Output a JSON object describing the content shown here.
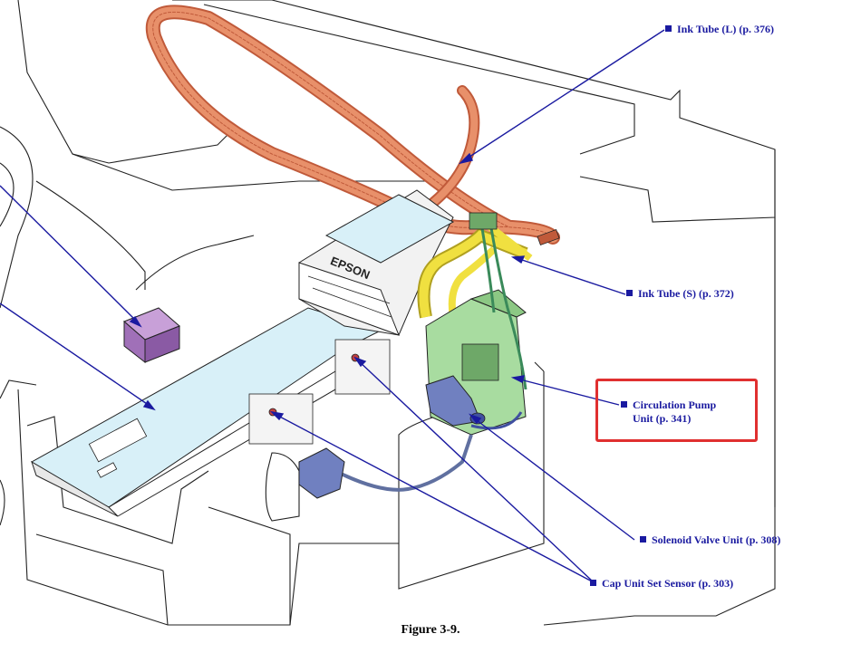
{
  "figure": {
    "caption": "Figure 3-9.",
    "brand_marking": "EPSON"
  },
  "callouts": {
    "ink_tube_l": "Ink Tube (L) (p. 376)",
    "ink_tube_s": "Ink Tube (S) (p. 372)",
    "circulation_pump_line1": "Circulation Pump",
    "circulation_pump_line2": "Unit (p. 341)",
    "solenoid_valve": "Solenoid Valve Unit (p. 308)",
    "cap_unit_sensor": "Cap Unit Set Sensor (p. 303)"
  },
  "colors": {
    "leader": "#1a1aa0",
    "highlight": "#e03030",
    "ink_tube_l": "#e8906a",
    "ink_tube_s": "#f0e040",
    "pump_unit": "#a8dca0",
    "solenoid": "#7080c0",
    "motor": "#a070b8",
    "platen": "#d8f0f8"
  }
}
